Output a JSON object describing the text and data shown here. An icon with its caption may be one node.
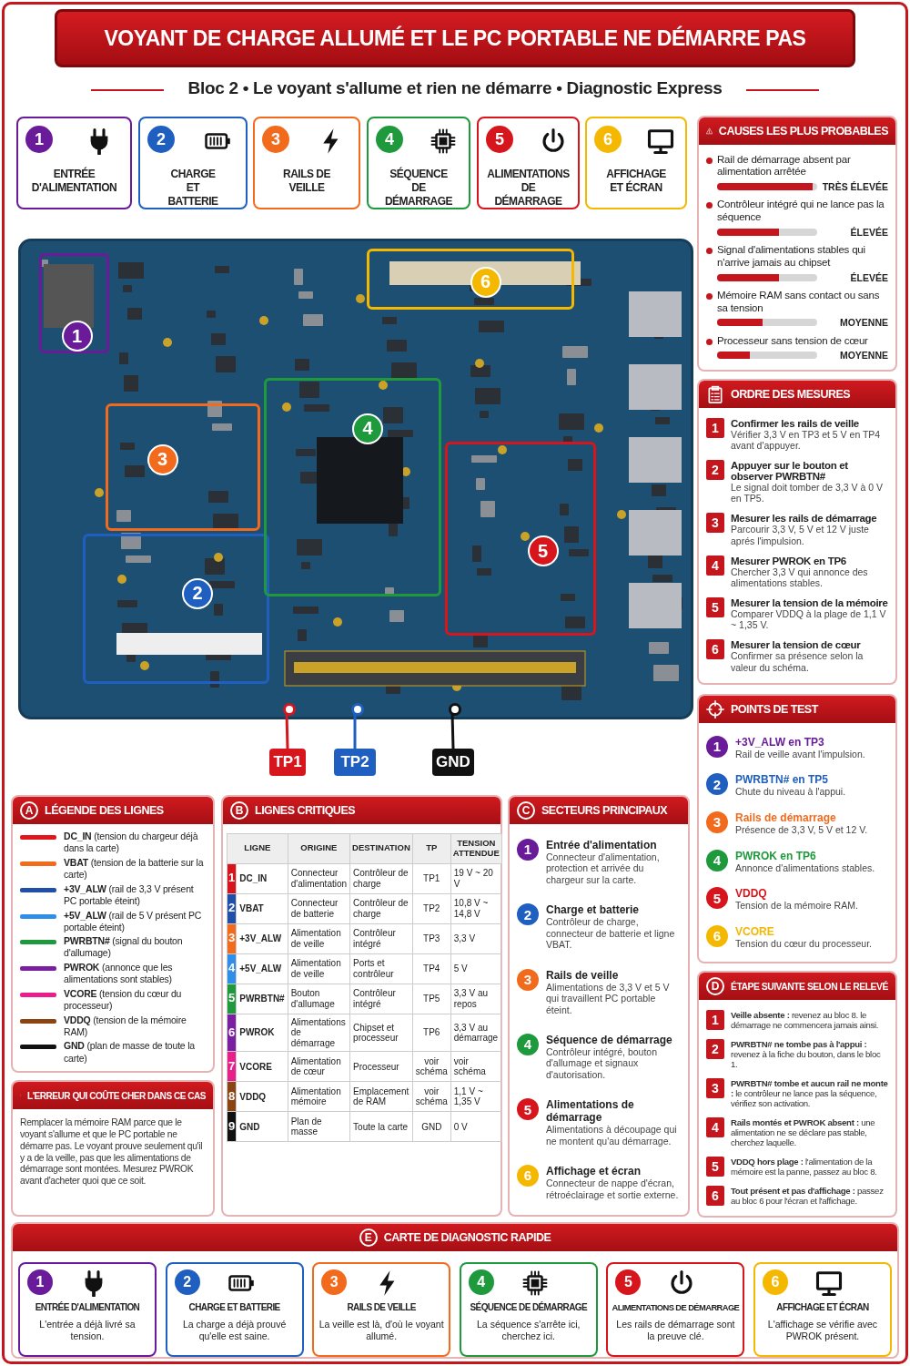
{
  "diagram": {
    "title": "VOYANT DE CHARGE ALLUMÉ ET LE PC PORTABLE NE DÉMARRE PAS",
    "nodes": [
      {
        "text": [
          "1",
          "ENTRÉE D'ALIMENTATION"
        ]
      },
      {
        "text": [
          "2",
          "CHARGE ET BATTERIE"
        ]
      },
      {
        "text": [
          "3",
          "RAILS DE VEILLE"
        ]
      },
      {
        "text": [
          "4",
          "SÉQUENCE DE DÉMARRAGE"
        ]
      },
      {
        "text": [
          "5",
          "ALIMENTATIONS DE DÉMARRAGE"
        ]
      },
      {
        "text": [
          "6",
          "AFFICHAGE ET ÉCRAN"
        ]
      },
      {
        "text": [],
        "shape": "picture"
      },
      {
        "text": [
          "1"
        ],
        "in": 6
      },
      {
        "text": [
          "2"
        ],
        "in": 6
      },
      {
        "text": [
          "3"
        ],
        "in": 6
      },
      {
        "text": [
          "4"
        ],
        "in": 6
      },
      {
        "text": [
          "5"
        ],
        "in": 6
      },
      {
        "text": [
          "6"
        ],
        "in": 6
      },
      {
        "text": [],
        "shape": "circle",
        "in": 6
      },
      {
        "text": [],
        "shape": "circle",
        "in": 6
      },
      {
        "text": [],
        "shape": "circle",
        "in": 6
      },
      {
        "text": [
          "TP1"
        ]
      },
      {
        "text": [
          "TP2"
        ]
      },
      {
        "text": [
          "GND"
        ]
      },
      {
        "text": [
          "CAUSES LES PLUS PROBABLES"
        ]
      },
      {
        "text": [
          "Rail de démarrage absent par alimentation arrêtée",
          "TRÈS ÉLEVÉE"
        ],
        "in": 19
      },
      {
        "text": [
          "Contrôleur intégré qui ne lance pas la séquence",
          "ÉLEVÉE"
        ],
        "in": 19
      },
      {
        "text": [
          "Signal d'alimentations stables qui n'arrive jamais au chipset",
          "ÉLEVÉE"
        ],
        "in": 19
      },
      {
        "text": [
          "Mémoire RAM sans contact ou sans sa tension",
          "MOYENNE"
        ],
        "in": 19
      },
      {
        "text": [
          "Processeur sans tension de cœur",
          "MOYENNE"
        ],
        "in": 19
      },
      {
        "text": [
          "ORDRE DES MESURES"
        ]
      },
      {
        "text": [
          "1",
          "Confirmer les rails de veille",
          "Vérifier 3,3 V en TP3 et 5 V en TP4 avant d'appuyer."
        ],
        "in": 25
      },
      {
        "text": [
          "2",
          "Appuyer sur le bouton et observer PWRBTN#",
          "Le signal doit tomber de 3,3 V à 0 V en TP5."
        ],
        "in": 25
      },
      {
        "text": [
          "3",
          "Mesurer les rails de démarrage",
          "Parcourir 3,3 V, 5 V et 12 V juste aprés l'impulsion."
        ],
        "in": 25
      },
      {
        "text": [
          "4",
          "Mesurer PWROK en TP6",
          "Chercher 3,3 V qui annonce des alimentations stables."
        ],
        "in": 25
      },
      {
        "text": [
          "5",
          "Mesurer la tension de la mémoire",
          "Comparer VDDQ à la plage de 1,1 V ~ 1,35 V."
        ],
        "in": 25
      },
      {
        "text": [
          "6",
          "Mesurer la tension de cœur",
          "Confirmer sa présence selon la valeur du schéma."
        ],
        "in": 25
      },
      {
        "text": [
          "POINTS DE TEST"
        ]
      },
      {
        "text": [
          "1",
          "+3V_ALW en TP3",
          "Rail de veille avant l'impulsion."
        ],
        "in": 32
      },
      {
        "text": [
          "2",
          "PWRBTN# en TP5",
          "Chute du niveau à l'appui."
        ],
        "in": 32
      },
      {
        "text": [
          "3",
          "Rails de démarrage",
          "Présence de 3,3 V, 5 V et 12 V."
        ],
        "in": 32
      },
      {
        "text": [
          "4",
          "PWROK en TP6",
          "Annonce d'alimentations stables."
        ],
        "in": 32
      },
      {
        "text": [
          "5",
          "VDDQ",
          "Tension de la mémoire RAM."
        ],
        "in": 32
      },
      {
        "text": [
          "6",
          "VCORE",
          "Tension du cœur du processeur."
        ],
        "in": 32
      },
      {
        "text": [
          "A",
          "LÉGENDE DES LIGNES"
        ]
      },
      {
        "text": [
          "L'ERREUR QUI COÛTE CHER DANS CE CAS",
          "Remplacer la mémoire RAM parce que le voyant s'allume et que le PC portable ne démarre pas. Le voyant prouve seulement qu'il y a de la veille, pas que les alimentations de démarrage sont montées. Mesurez PWROK avant d'acheter quoi que ce soit."
        ]
      },
      {
        "text": [
          "B",
          "LIGNES CRITIQUES"
        ]
      },
      {
        "text": [
          "C",
          "SECTEURS PRINCIPAUX"
        ]
      },
      {
        "text": [
          "1",
          "Entrée d'alimentation",
          "Connecteur d'alimentation, protection et arrivée du chargeur sur la carte."
        ],
        "in": 42
      },
      {
        "text": [
          "2",
          "Charge et batterie",
          "Contrôleur de charge, connecteur de batterie et ligne VBAT."
        ],
        "in": 42
      },
      {
        "text": [
          "3",
          "Rails de veille",
          "Alimentations de 3,3 V et 5 V qui travaillent PC portable éteint."
        ],
        "in": 42
      },
      {
        "text": [
          "4",
          "Séquence de démarrage",
          "Contrôleur intégré, bouton d'allumage et signaux d'autorisation."
        ],
        "in": 42
      },
      {
        "text": [
          "5",
          "Alimentations de démarrage",
          "Alimentations à découpage qui ne montent qu'au démarrage."
        ],
        "in": 42
      },
      {
        "text": [
          "6",
          "Affichage et écran",
          "Connecteur de nappe d'écran, rétroéclairage et sortie externe."
        ],
        "in": 42
      },
      {
        "text": [
          "D",
          "ÉTAPE SUIVANTE SELON LE RELEVÉ"
        ]
      },
      {
        "text": [
          "1",
          "**Veille absente :** revenez au bloc 8. le démarrage ne commencera jamais ainsi."
        ],
        "in": 49
      },
      {
        "text": [
          "2",
          "**PWRBTN# ne tombe pas à l'appui :** revenez à la fiche du bouton, dans le bloc 1."
        ],
        "in": 49
      },
      {
        "text": [
          "3",
          "**PWRBTN# tombe et aucun rail ne monte :** le contrôleur ne lance pas la séquence, vérifiez son activation."
        ],
        "in": 49
      },
      {
        "text": [
          "4",
          "**Rails montés et PWROK absent :** une alimentation ne se déclare pas stable, cherchez laquelle."
        ],
        "in": 49
      },
      {
        "text": [
          "5",
          "**VDDQ hors plage :** l'alimentation de la mémoire est la panne, passez au bloc 8."
        ],
        "in": 49
      },
      {
        "text": [
          "6",
          "**Tout présent et pas d'affichage :** passez au bloc 6 pour l'écran et l'affichage."
        ],
        "in": 49
      },
      {
        "text": [
          "E",
          "CARTE DE DIAGNOSTIC RAPIDE"
        ]
      },
      {
        "text": [
          "1",
          "ENTRÉE D'ALIMENTATION",
          "L'entrée a déjà livré sa tension."
        ],
        "in": 56
      },
      {
        "text": [
          "2",
          "CHARGE ET BATTERIE",
          "La charge a déjà prouvé qu'elle est saine."
        ],
        "in": 56
      },
      {
        "text": [
          "3",
          "RAILS DE VEILLE",
          "La veille est là, d'où le voyant allumé."
        ],
        "in": 56
      },
      {
        "text": [
          "4",
          "SÉQUENCE DE DÉMARRAGE",
          "La séquence s'arrête ici, cherchez ici."
        ],
        "in": 56
      },
      {
        "text": [
          "5",
          "ALIMENTATIONS DE DÉMARRAGE",
          "Les rails de démarrage sont la preuve clé."
        ],
        "in": 56
      },
      {
        "text": [
          "6",
          "AFFICHAGE ET ÉCRAN",
          "L'affichage se vérifie avec PWROK présent."
        ],
        "in": 56
      }
    ],
    "edges": [
      {
        "from": 13,
        "to": 16,
        "arrow": "none",
        "color": "#d6161c"
      },
      {
        "from": 14,
        "to": 17,
        "arrow": "none",
        "color": "#1f5fbf"
      },
      {
        "from": 15,
        "to": 18,
        "arrow": "none",
        "color": "#111111"
      }
    ],
    "labels": [
      "Bloc 2 • Le voyant s'allume et rien ne démarre • Diagnostic Express",
      "LIGNE",
      "ORIGINE",
      "DESTINATION",
      "TP",
      "TENSION ATTENDUE",
      "1",
      "DC_IN",
      "Connecteur d'alimentation",
      "Contrôleur de charge",
      "TP1",
      "19 V ~ 20 V",
      "2",
      "VBAT",
      "Connecteur de batterie",
      "Contrôleur de charge",
      "TP2",
      "10,8 V ~ 14,8 V",
      "3",
      "+3V_ALW",
      "Alimentation de veille",
      "Contrôleur intégré",
      "TP3",
      "3,3 V",
      "4",
      "+5V_ALW",
      "Alimentation de veille",
      "Ports et contrôleur",
      "TP4",
      "5 V",
      "5",
      "PWRBTN#",
      "Bouton d'allumage",
      "Contrôleur intégré",
      "TP5",
      "3,3 V au repos",
      "6",
      "PWROK",
      "Alimentations de démarrage",
      "Chipset et processeur",
      "TP6",
      "3,3 V au démarrage",
      "7",
      "VCORE",
      "Alimentation de cœur",
      "Processeur",
      "voir schéma",
      "voir schéma",
      "8",
      "VDDQ",
      "Alimentation mémoire",
      "Emplacement de RAM",
      "voir schéma",
      "1,1 V ~ 1,35 V",
      "9",
      "GND",
      "Plan de masse",
      "Toute la carte",
      "GND",
      "0 V"
    ],
    "legend": [
      {
        "text": "**DC_IN** (tension du chargeur déjà dans la carte)",
        "color": "#e0161c"
      },
      {
        "text": "**VBAT** (tension de la batterie sur la carte)",
        "color": "#f26b1d"
      },
      {
        "text": "**+3V_ALW** (rail de 3,3 V présent PC portable éteint)",
        "color": "#1f4fa8"
      },
      {
        "text": "**+5V_ALW** (rail de 5 V présent PC portable éteint)",
        "color": "#2f8fe8"
      },
      {
        "text": "**PWRBTN#** (signal du bouton d'allumage)",
        "color": "#1e9a3c"
      },
      {
        "text": "**PWROK** (annonce que les alimentations sont stables)",
        "color": "#7b1fa2"
      },
      {
        "text": "**VCORE** (tension du cœur du processeur)",
        "color": "#e91e8c"
      },
      {
        "text": "**VDDQ** (tension de la mémoire RAM)",
        "color": "#8b4513"
      },
      {
        "text": "**GND** (plan de masse de toute la carte)",
        "color": "#111111"
      }
    ]
  }
}
